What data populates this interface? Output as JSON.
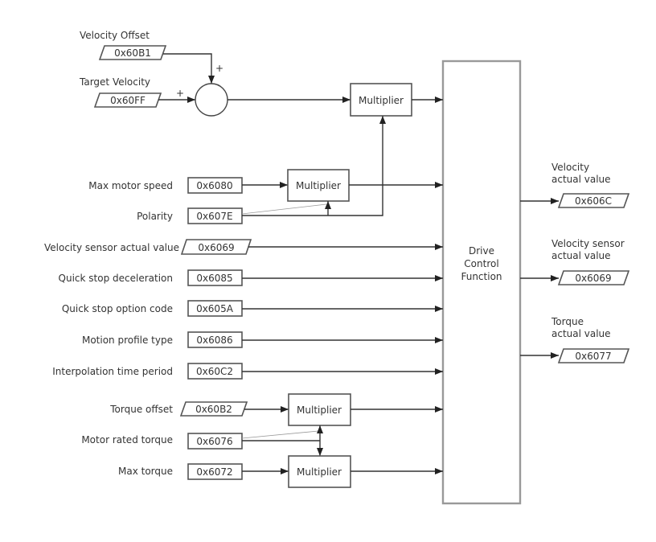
{
  "inputs": {
    "velocity_offset": {
      "label": "Velocity Offset",
      "index": "0x60B1",
      "sign": "+"
    },
    "target_velocity": {
      "label": "Target Velocity",
      "index": "0x60FF",
      "sign": "+"
    },
    "max_motor_speed": {
      "label": "Max motor speed",
      "index": "0x6080"
    },
    "polarity": {
      "label": "Polarity",
      "index": "0x607E"
    },
    "velocity_sensor": {
      "label": "Velocity sensor actual value",
      "index": "0x6069"
    },
    "quick_stop_decel": {
      "label": "Quick stop deceleration",
      "index": "0x6085"
    },
    "quick_stop_option": {
      "label": "Quick stop option code",
      "index": "0x605A"
    },
    "motion_profile": {
      "label": "Motion profile type",
      "index": "0x6086"
    },
    "interp_time": {
      "label": "Interpolation time period",
      "index": "0x60C2"
    },
    "torque_offset": {
      "label": "Torque offset",
      "index": "0x60B2"
    },
    "motor_rated_torque": {
      "label": "Motor rated torque",
      "index": "0x6076"
    },
    "max_torque": {
      "label": "Max torque",
      "index": "0x6072"
    }
  },
  "blocks": {
    "multiplier": "Multiplier",
    "drive_control": [
      "Drive",
      "Control",
      "Function"
    ]
  },
  "outputs": {
    "velocity_actual": {
      "label": [
        "Velocity",
        "actual value"
      ],
      "index": "0x606C"
    },
    "velocity_sensor_actual": {
      "label": [
        "Velocity sensor",
        "actual value"
      ],
      "index": "0x6069"
    },
    "torque_actual": {
      "label": [
        "Torque",
        "actual value"
      ],
      "index": "0x6077"
    }
  }
}
